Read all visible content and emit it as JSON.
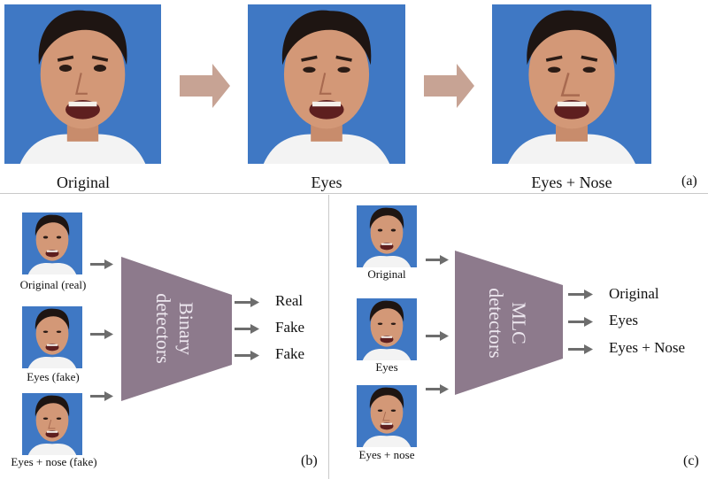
{
  "panel_a": {
    "captions": [
      "Original",
      "Eyes",
      "Eyes + Nose"
    ],
    "label": "(a)"
  },
  "panel_b": {
    "input_captions": [
      "Original (real)",
      "Eyes (fake)",
      "Eyes + nose (fake)"
    ],
    "detector_line1": "Binary",
    "detector_line2": "detectors",
    "outputs": [
      "Real",
      "Fake",
      "Fake"
    ],
    "label": "(b)"
  },
  "panel_c": {
    "input_captions": [
      "Original",
      "Eyes",
      "Eyes + nose"
    ],
    "detector_line1": "MLC",
    "detector_line2": "detectors",
    "outputs": [
      "Original",
      "Eyes",
      "Eyes + Nose"
    ],
    "label": "(c)"
  },
  "colors": {
    "background_blue": "#3f78c4",
    "detector": "#8d7a8c",
    "big_arrow": "#c7a394",
    "small_arrow": "#6d6d6d"
  }
}
